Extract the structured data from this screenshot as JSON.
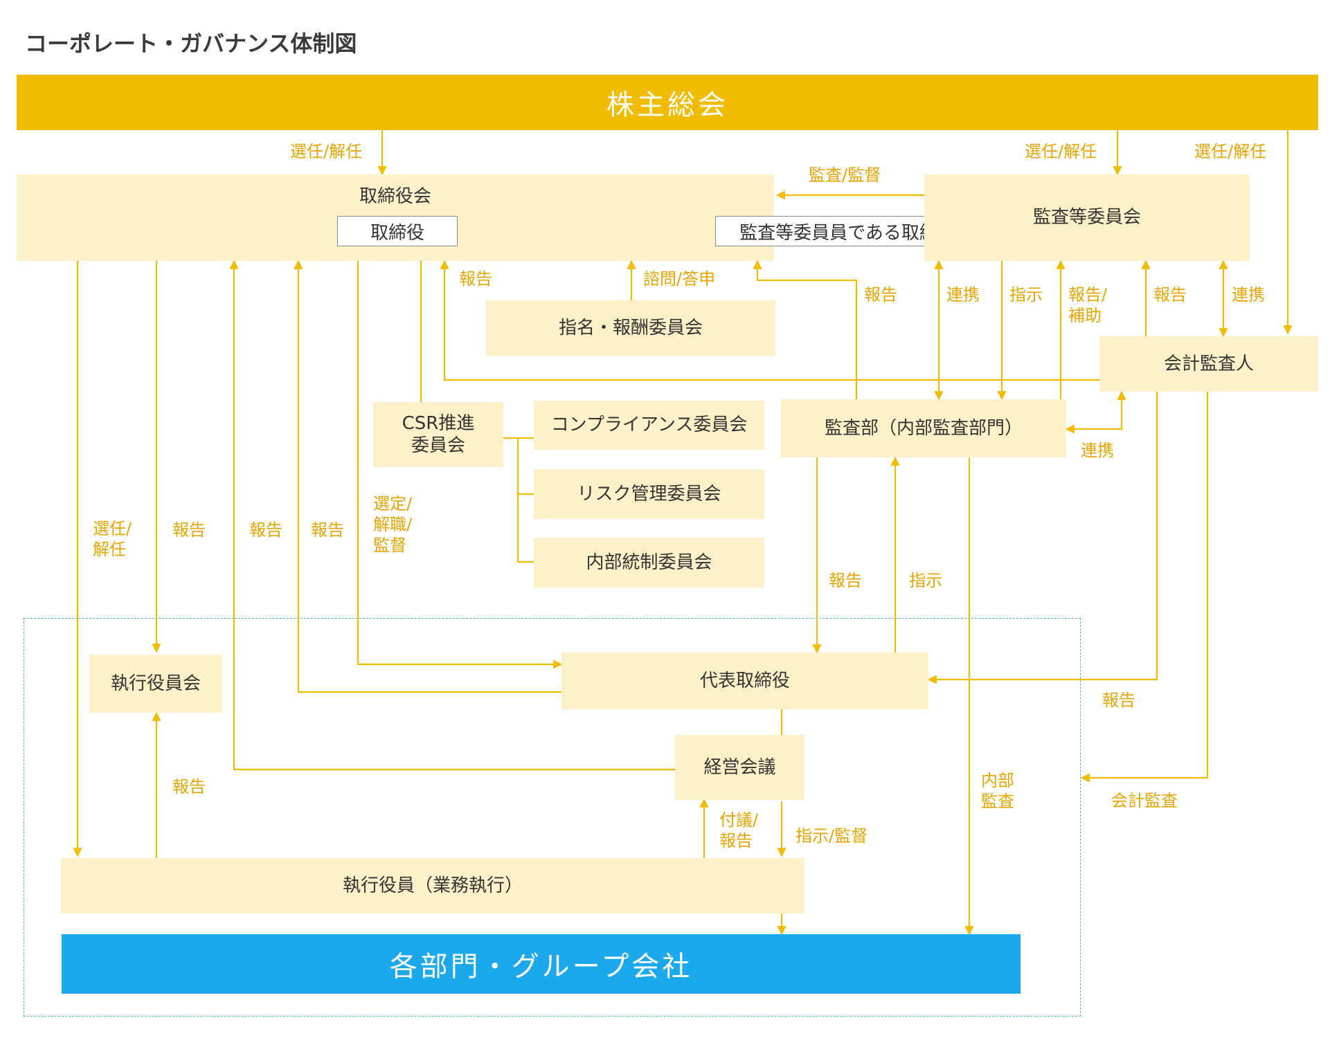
{
  "title": "コーポレート・ガバナンス体制図",
  "colors": {
    "accent": "#f1bc00",
    "box": "#fcf0c8",
    "group_company": "#1ca8ec",
    "line": "#f1bc00",
    "label": "#e8a400",
    "dashed": "#4ab3e6"
  },
  "nodes": {
    "shareholders": "株主総会",
    "board": "取締役会",
    "directors": "取締役",
    "audit_directors": "監査等委員員である取締役",
    "audit_committee": "監査等委員会",
    "nomination": "指名・報酬委員会",
    "accounting_auditor": "会計監査人",
    "csr": "CSR推進\n委員会",
    "compliance": "コンプライアンス委員会",
    "risk": "リスク管理委員会",
    "internal_control": "内部統制委員会",
    "audit_dept": "監査部（内部監査部門）",
    "exec_committee": "執行役員会",
    "representative": "代表取締役",
    "management_meeting": "経営会議",
    "exec_officers": "執行役員（業務執行）",
    "group_companies": "各部門・グループ会社"
  },
  "labels": {
    "select_dismiss_board": "選任/解任",
    "select_dismiss_audit": "選任/解任",
    "select_dismiss_auditor": "選任/解任",
    "audit_supervise": "監査/監督",
    "report_board": "報告",
    "consult": "諮問/答申",
    "report_audit_dept_board": "報告",
    "coop_1": "連携",
    "instruct_1": "指示",
    "report_assist": "報告/\n補助",
    "report_auditor": "報告",
    "coop_2": "連携",
    "coop_3": "連携",
    "select_dismiss_exec": "選任/\n解任",
    "report_1": "報告",
    "report_2": "報告",
    "report_3": "報告",
    "appoint_dismiss_supervise": "選定/\n解職/\n監督",
    "report_rep": "報告",
    "instruct_rep": "指示",
    "report_auditor_rep": "報告",
    "report_exec": "報告",
    "internal_audit": "内部\n監査",
    "accounting_audit": "会計監査",
    "proposal_report": "付議/\n報告",
    "instruct_supervise": "指示/監督"
  }
}
